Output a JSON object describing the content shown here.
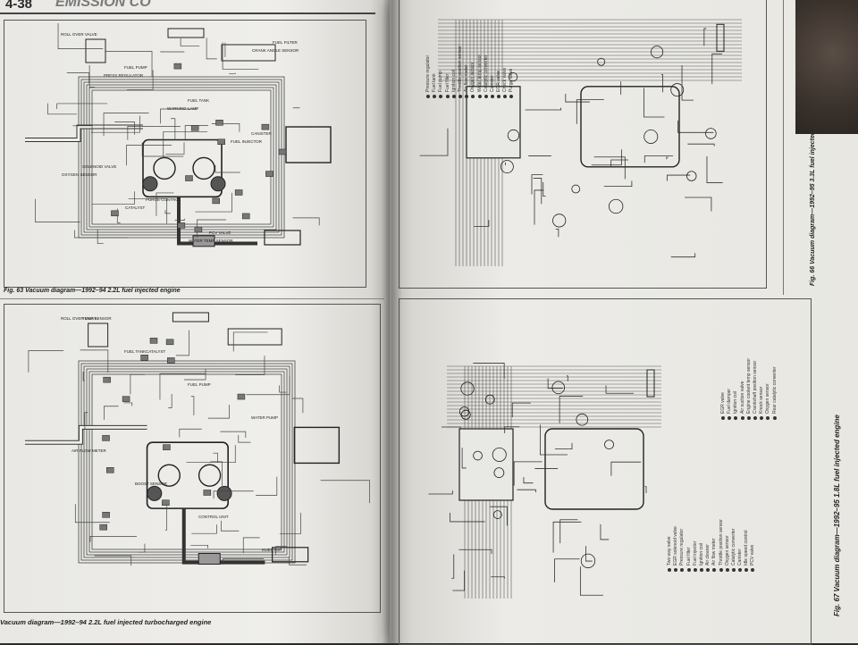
{
  "header": {
    "page_number": "4-38",
    "section_title": "EMISSION CO"
  },
  "figures": {
    "top_left": {
      "caption": "Fig. 63 Vacuum diagram—1992–94 2.2L fuel injected engine",
      "labels": [
        "ROLL OVER VALVE",
        "FUEL PUMP",
        "FUEL TANK",
        "CANISTER",
        "SOLENOID VALVE",
        "PURGE CONTROL",
        "PCV VALVE",
        "FUEL FILTER",
        "PRESS REGULATOR",
        "WARNING LAMP",
        "FUEL INJECTOR",
        "OXYGEN SENSOR",
        "CATALYST",
        "WATER TEMP SENSOR",
        "CRANK ANGLE SENSOR"
      ]
    },
    "bottom_left": {
      "caption": "Vacuum diagram—1992–94 2.2L fuel injected turbocharged engine",
      "labels": [
        "ROLL OVER VALVE",
        "FUEL TANK",
        "FUEL PUMP",
        "WATER PUMP",
        "AIR FLOW METER",
        "BOOST SENSOR",
        "CONTROL UNIT",
        "INJECTOR",
        "TEMP SENSOR",
        "CATALYST"
      ]
    },
    "top_right": {
      "caption": "Fig. 66 Vacuum diagram—1992–95 3.3L fuel injected engine",
      "legend": [
        "Pressure regulator",
        "Fuel tank",
        "Fuel pump",
        "Fuel filter",
        "Ignition coil",
        "Throttle position sensor",
        "Air flow meter",
        "Oxygen sensor",
        "Water temp sensor",
        "Catalytic converter",
        "Canister",
        "EGR valve",
        "Check valve",
        "Purge valve"
      ]
    },
    "bottom_right": {
      "caption": "Fig. 67 Vacuum diagram—1992–95 1.8L fuel injected engine",
      "legend": [
        "Two way valve",
        "EGR solenoid valve",
        "Pressure regulator",
        "Fuel filter",
        "Fuel injector",
        "Ignition coil",
        "Air cleaner",
        "Air flow meter",
        "Throttle position sensor",
        "Oxygen sensor",
        "Catalytic converter",
        "Canister",
        "Idle speed control",
        "PCV valve"
      ],
      "legend_b": [
        "EGR valve",
        "Fuel damper",
        "Ignition coil",
        "Air suction valve",
        "Engine coolant temp sensor",
        "Crankshaft position sensor",
        "Knock sensor",
        "Oxygen sensor",
        "Rear catalytic converter"
      ]
    }
  }
}
